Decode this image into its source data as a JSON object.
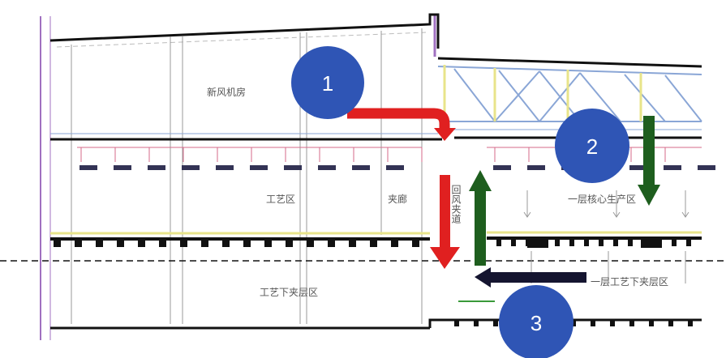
{
  "labels": {
    "top_room": "新风机房",
    "process_zone": "工艺区",
    "corridor": "夹廊",
    "return_channel": "回风夹道",
    "right_upper_zone": "一层核心生产区",
    "lower_zone": "工艺下夹层区",
    "right_lower_zone": "一层工艺下夹层区"
  },
  "badges": [
    {
      "number": "1"
    },
    {
      "number": "2"
    },
    {
      "number": "3"
    }
  ],
  "colors": {
    "badge": "#2f55b5",
    "red_arrow": "#e02020",
    "green_arrow": "#1e5e1e",
    "dark_arrow": "#151530",
    "structure": "#111111",
    "truss": "#8aa6d6",
    "yellow_line": "#e8e48a",
    "purple_line": "#a070c0"
  }
}
